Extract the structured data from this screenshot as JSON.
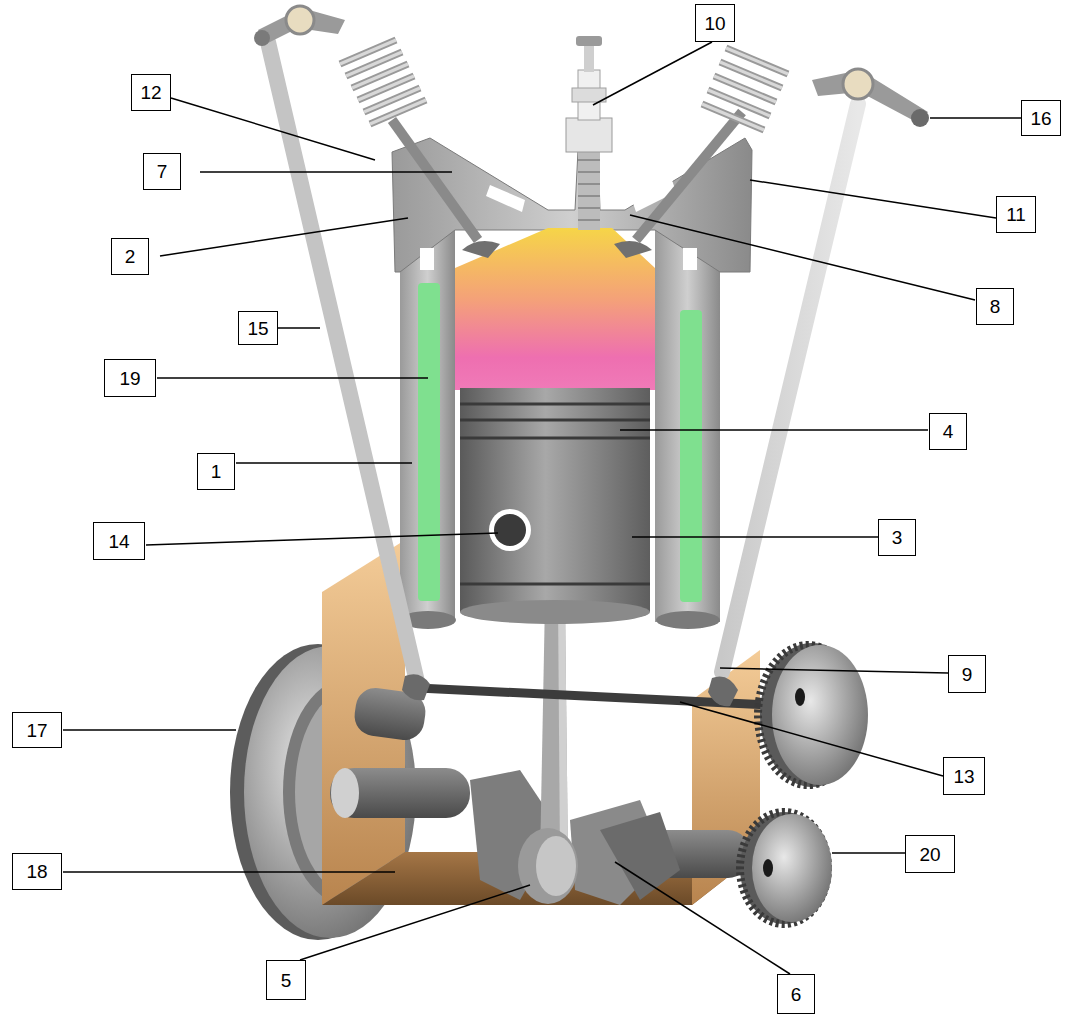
{
  "diagram": {
    "labels": [
      "10",
      "12",
      "16",
      "7",
      "11",
      "2",
      "8",
      "15",
      "19",
      "4",
      "1",
      "14",
      "3",
      "9",
      "17",
      "13",
      "18",
      "20",
      "5",
      "6"
    ]
  }
}
